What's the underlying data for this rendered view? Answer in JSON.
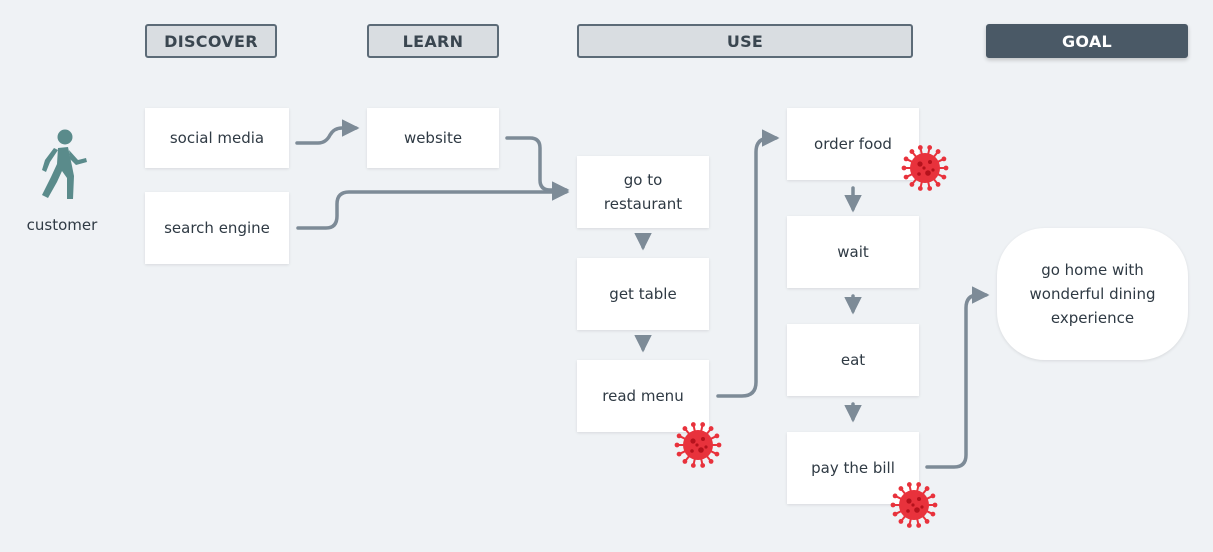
{
  "stages": {
    "discover": "DISCOVER",
    "learn": "LEARN",
    "use": "USE",
    "goal": "GOAL"
  },
  "persona": {
    "label": "customer",
    "icon": "walking-person-icon"
  },
  "steps": {
    "social_media": "social media",
    "search_engine": "search engine",
    "website": "website",
    "go_to_restaurant": "go to restaurant",
    "get_table": "get table",
    "read_menu": "read menu",
    "order_food": "order food",
    "wait": "wait",
    "eat": "eat",
    "pay_the_bill": "pay the bill",
    "goal": "go home with wonderful dining experience"
  },
  "risk_markers": {
    "icon": "virus-icon",
    "color": "#e8323c",
    "on_steps": [
      "read menu",
      "order food",
      "pay the bill"
    ]
  },
  "colors": {
    "connector": "#7d8b97",
    "goal_header": "#4a5966",
    "background": "#eff2f5"
  }
}
